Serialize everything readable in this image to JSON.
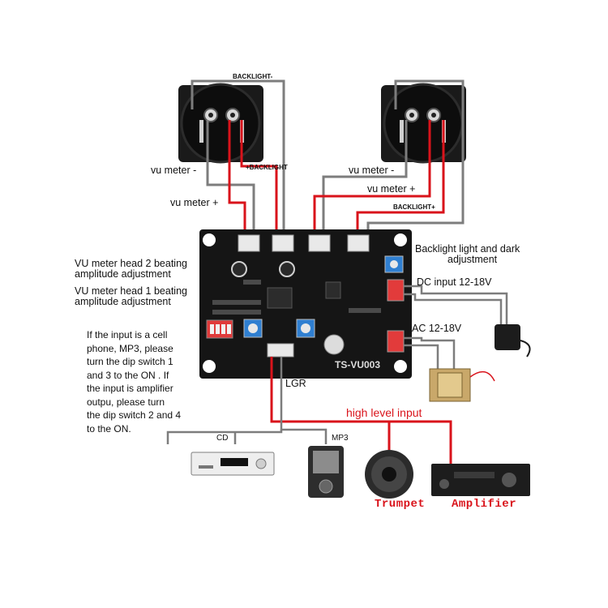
{
  "labels": {
    "backlight_minus_top": "BACKLIGHT-",
    "vu_meter_minus_left": "vu meter -",
    "plus_backlight_left": "+BACKLIGHT",
    "vu_meter_plus_left": "vu meter +",
    "vu_meter_minus_right": "vu meter -",
    "vu_meter_plus_right": "vu meter +",
    "backlight_plus_right": "BACKLIGHT+",
    "backlight_adjust": [
      "Backlight light and dark",
      "adjustment"
    ],
    "dc_input": "DC input 12-18V",
    "ac_input": "AC 12-18V",
    "vu_head2": [
      "VU meter head 2 beating",
      "amplitude adjustment"
    ],
    "vu_head1": [
      "VU meter head 1 beating",
      "amplitude adjustment"
    ],
    "dip_note": [
      "If the input is a cell",
      "phone, MP3, please",
      "turn the dip switch 1",
      "and 3 to the ON . If",
      "the input is amplifier",
      "outpu, please turn",
      "the dip switch 2 and 4",
      "to the ON."
    ],
    "lgr": "LGR",
    "high_level_input": "high level input",
    "cd": "CD",
    "mp3": "MP3",
    "trumpet": "Trumpet",
    "amplifier": "Amplifier"
  },
  "board": {
    "model": "TS-VU003"
  },
  "colors": {
    "wire_red": "#d9131b",
    "wire_gray": "#7d7d7d",
    "board": "#151515",
    "label_red": "#d9131b"
  }
}
